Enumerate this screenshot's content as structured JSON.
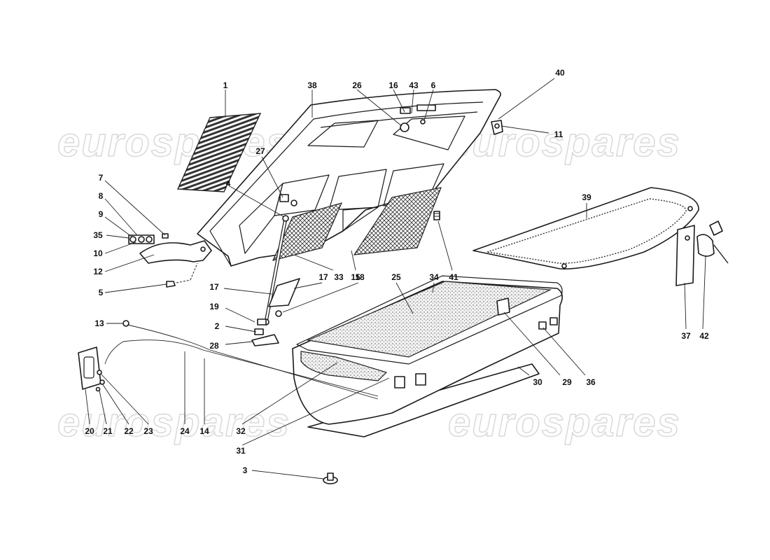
{
  "watermark": {
    "text": "eurospares",
    "color": "#d9d9d9"
  },
  "callouts": [
    {
      "id": "1",
      "label": "1"
    },
    {
      "id": "38",
      "label": "38"
    },
    {
      "id": "26",
      "label": "26"
    },
    {
      "id": "16",
      "label": "16"
    },
    {
      "id": "43",
      "label": "43"
    },
    {
      "id": "6",
      "label": "6"
    },
    {
      "id": "40",
      "label": "40"
    },
    {
      "id": "11",
      "label": "11"
    },
    {
      "id": "27",
      "label": "27"
    },
    {
      "id": "4",
      "label": "4"
    },
    {
      "id": "7",
      "label": "7"
    },
    {
      "id": "8",
      "label": "8"
    },
    {
      "id": "9",
      "label": "9"
    },
    {
      "id": "35",
      "label": "35"
    },
    {
      "id": "10",
      "label": "10"
    },
    {
      "id": "12",
      "label": "12"
    },
    {
      "id": "5",
      "label": "5"
    },
    {
      "id": "39",
      "label": "39"
    },
    {
      "id": "41",
      "label": "41"
    },
    {
      "id": "33",
      "label": "33"
    },
    {
      "id": "15",
      "label": "15"
    },
    {
      "id": "17a",
      "label": "17"
    },
    {
      "id": "17b",
      "label": "17"
    },
    {
      "id": "18",
      "label": "18"
    },
    {
      "id": "25",
      "label": "25"
    },
    {
      "id": "34",
      "label": "34"
    },
    {
      "id": "19",
      "label": "19"
    },
    {
      "id": "2",
      "label": "2"
    },
    {
      "id": "28",
      "label": "28"
    },
    {
      "id": "13",
      "label": "13"
    },
    {
      "id": "30",
      "label": "30"
    },
    {
      "id": "29",
      "label": "29"
    },
    {
      "id": "36",
      "label": "36"
    },
    {
      "id": "37",
      "label": "37"
    },
    {
      "id": "42",
      "label": "42"
    },
    {
      "id": "20",
      "label": "20"
    },
    {
      "id": "21",
      "label": "21"
    },
    {
      "id": "22",
      "label": "22"
    },
    {
      "id": "23",
      "label": "23"
    },
    {
      "id": "24",
      "label": "24"
    },
    {
      "id": "14",
      "label": "14"
    },
    {
      "id": "32",
      "label": "32"
    },
    {
      "id": "31",
      "label": "31"
    },
    {
      "id": "3",
      "label": "3"
    }
  ]
}
